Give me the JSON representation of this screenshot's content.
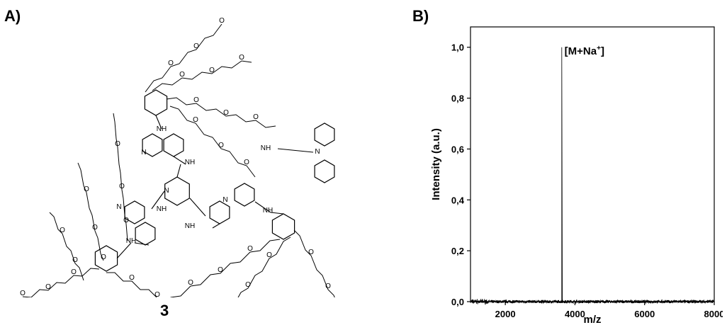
{
  "panels": {
    "a_label": "A)",
    "b_label": "B)"
  },
  "structure": {
    "compound_number": "3",
    "atom_labels": {
      "oxygen": "O",
      "nitrogen": "N",
      "amide": "NH",
      "amine": "N"
    }
  },
  "chart_data": {
    "type": "line",
    "xlabel": "m/z",
    "ylabel": "Intensity (a.u.)",
    "xlim": [
      1000,
      8000
    ],
    "ylim": [
      0,
      1.08
    ],
    "xticks": [
      2000,
      4000,
      6000,
      8000
    ],
    "xtick_labels": [
      "2000",
      "4000",
      "6000",
      "8000"
    ],
    "yticks": [
      0,
      0.2,
      0.4,
      0.6,
      0.8,
      1.0
    ],
    "ytick_labels": [
      "0,0",
      "0,2",
      "0,4",
      "0,6",
      "0,8",
      "1,0"
    ],
    "peak": {
      "x": 3620,
      "y": 1.0
    },
    "annotations": [
      {
        "text": "[M+Na+]",
        "x": 3700,
        "y": 0.985
      }
    ],
    "noise_level": 0.012,
    "grid": false
  }
}
